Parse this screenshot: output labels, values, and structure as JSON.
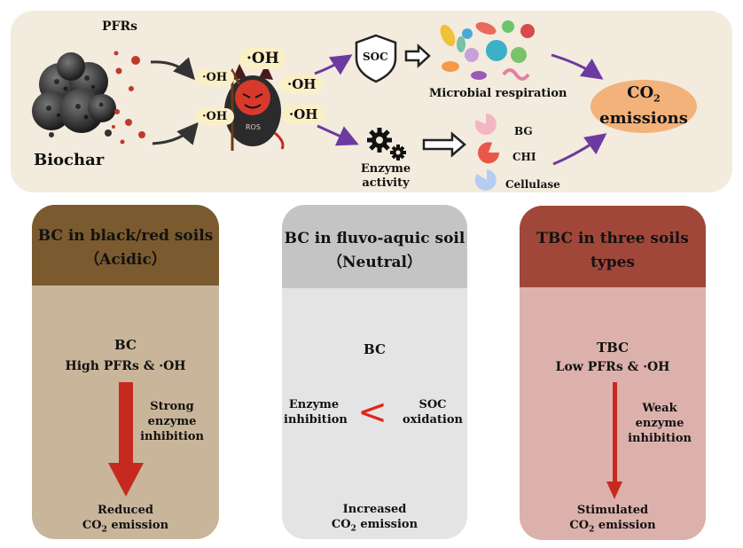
{
  "top": {
    "pfrs": "PFRs",
    "biochar": "Biochar",
    "oh_big": "·OH",
    "oh_small": "·OH",
    "ros": "ROS",
    "soc": "SOC",
    "microbial": "Microbial respiration",
    "enzyme_activity_line1": "Enzyme",
    "enzyme_activity_line2": "activity",
    "bg": "BG",
    "chi": "CHI",
    "cellulase": "Cellulase",
    "co2_line1": "CO",
    "co2_sub": "2",
    "co2_line2": "emissions"
  },
  "cards": {
    "acidic": {
      "title_line1": "BC in black/red soils",
      "title_line2": "（Acidic）",
      "label": "BC",
      "sublabel": "High PFRs & ·OH",
      "side_line1": "Strong",
      "side_line2": "enzyme",
      "side_line3": "inhibition",
      "out_line1": "Reduced",
      "out_co": "CO",
      "out_sub": "2",
      "out_rest": " emission"
    },
    "neutral": {
      "title_line1": "BC in fluvo-aquic soil",
      "title_line2": "（Neutral）",
      "label": "BC",
      "left_line1": "Enzyme",
      "left_line2": "inhibition",
      "symbol": "<",
      "right_line1": "SOC",
      "right_line2": "oxidation",
      "out_line1": "Increased",
      "out_co": "CO",
      "out_sub": "2",
      "out_rest": " emission"
    },
    "tbc": {
      "title_line1": "TBC in three soils",
      "title_line2": "types",
      "label": "TBC",
      "sublabel": "Low PFRs & ·OH",
      "side_line1": "Weak",
      "side_line2": "enzyme",
      "side_line3": "inhibition",
      "out_line1": "Stimulated",
      "out_co": "CO",
      "out_sub": "2",
      "out_rest": " emission"
    }
  },
  "colors": {
    "top_bg": "#f3ebdd",
    "acidic_head": "#7a5a2e",
    "acidic_body": "#c9b59a",
    "neutral_head": "#c4c4c4",
    "neutral_body": "#e4e4e4",
    "tbc_head": "#a0473a",
    "tbc_body": "#dcb1ab",
    "co2_ellipse": "#f3b27a",
    "arrow_purple": "#6c3aa0",
    "arrow_red": "#c62a1f"
  },
  "icons": [
    "biochar-icon",
    "pfr-particle-icon",
    "devil-ros-icon",
    "shield-icon",
    "microbe-icon",
    "gear-icon",
    "pie-icon",
    "biochar-ball-icon"
  ]
}
